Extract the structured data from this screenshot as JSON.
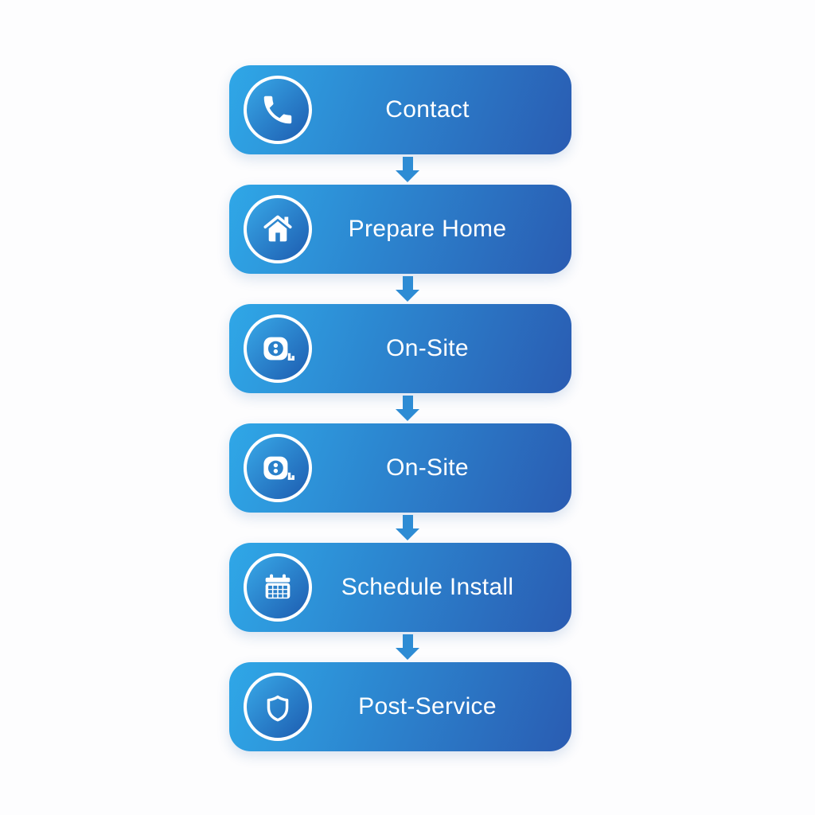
{
  "diagram": {
    "type": "vertical-flowchart",
    "steps": [
      {
        "label": "Contact",
        "icon": "phone-icon"
      },
      {
        "label": "Prepare Home",
        "icon": "home-icon"
      },
      {
        "label": "On-Site",
        "icon": "tape-measure-icon"
      },
      {
        "label": "On-Site",
        "icon": "tape-measure-icon"
      },
      {
        "label": "Schedule Install",
        "icon": "calendar-icon"
      },
      {
        "label": "Post-Service",
        "icon": "shield-icon"
      }
    ],
    "connector": "down-arrow",
    "colors": {
      "gradient_light": "#2fa7e7",
      "gradient_mid": "#2c85cf",
      "gradient_dark": "#2a5cb2",
      "badge_light": "#38a8e7",
      "badge_dark": "#1d5cb0",
      "arrow": "#2e8cd4",
      "icon_accent": "#2a80ca",
      "text": "#ffffff",
      "background": "#fdfdfe"
    }
  }
}
